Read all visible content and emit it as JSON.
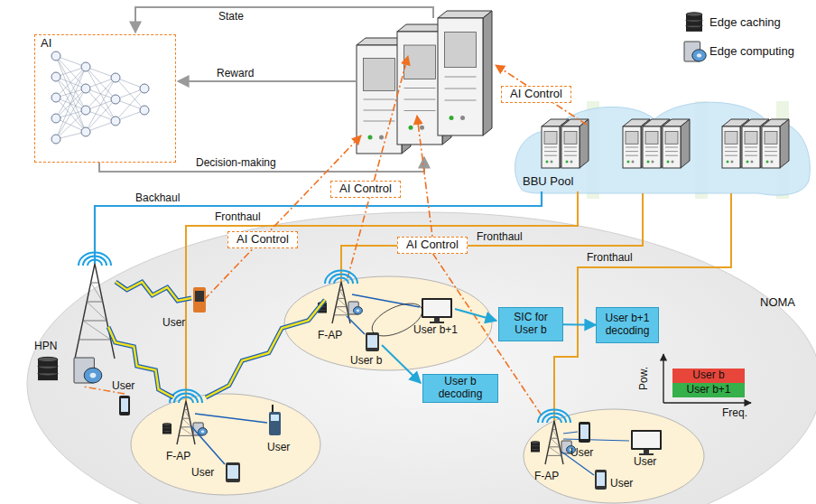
{
  "diagram": {
    "nodes": [
      {
        "text": [
          "AI"
        ]
      },
      {
        "text": [
          "AI Control"
        ]
      },
      {
        "text": [
          "BBU Pool"
        ]
      },
      {
        "text": [
          "AI Control"
        ]
      },
      {
        "text": [
          "AI Control"
        ]
      },
      {
        "text": [
          "AI Control"
        ]
      },
      {
        "text": [
          "SIC for User b"
        ]
      },
      {
        "text": [
          "User b+1 decoding"
        ]
      },
      {
        "text": [
          "User b decoding"
        ]
      },
      {
        "text": [
          "User b"
        ]
      },
      {
        "text": [
          "User b+1"
        ]
      }
    ],
    "edges": [
      {
        "from": 6,
        "to": 7,
        "arrow": "to"
      }
    ],
    "labels": [
      "State",
      "Reward",
      "Decision-making",
      "Backhaul",
      "Fronthaul",
      "Fronthaul",
      "Fronthaul",
      "HPN",
      "User",
      "User",
      "User",
      "User",
      "F-AP",
      "F-AP",
      "User b+1",
      "User b",
      "F-AP",
      "User",
      "User",
      "User",
      "NOMA",
      "Pow.",
      "Freq."
    ],
    "legend": [
      {
        "text": "Edge caching"
      },
      {
        "text": "Edge computing"
      }
    ]
  }
}
